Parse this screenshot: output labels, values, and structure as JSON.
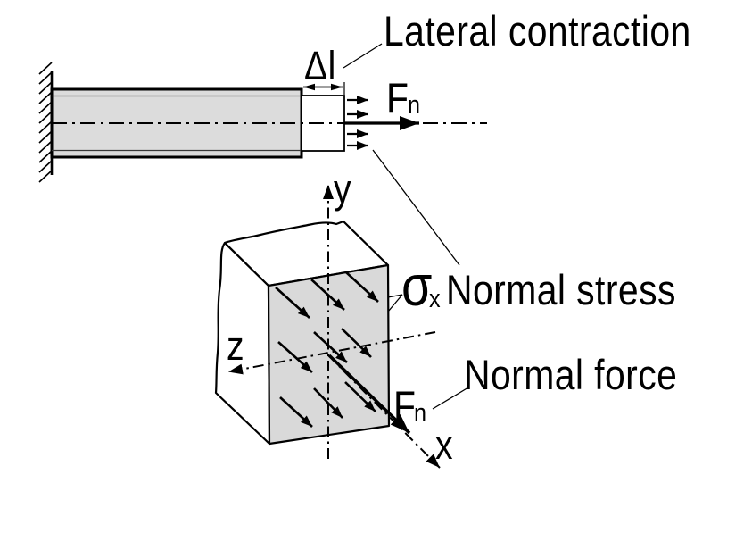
{
  "labels": {
    "lateral_contraction": "Lateral contraction",
    "normal_stress": "Normal stress",
    "normal_force": "Normal force",
    "delta_l": "Δl",
    "force": {
      "symbol": "F",
      "subscript": "n"
    },
    "sigma": {
      "symbol": "σ",
      "subscript": "x"
    },
    "axes": {
      "x": "x",
      "y": "y",
      "z": "z"
    }
  },
  "colors": {
    "bar_fill": "#dcdcdc",
    "cut_face_fill": "#d9d9d9",
    "line": "#000000",
    "background": "#ffffff"
  }
}
